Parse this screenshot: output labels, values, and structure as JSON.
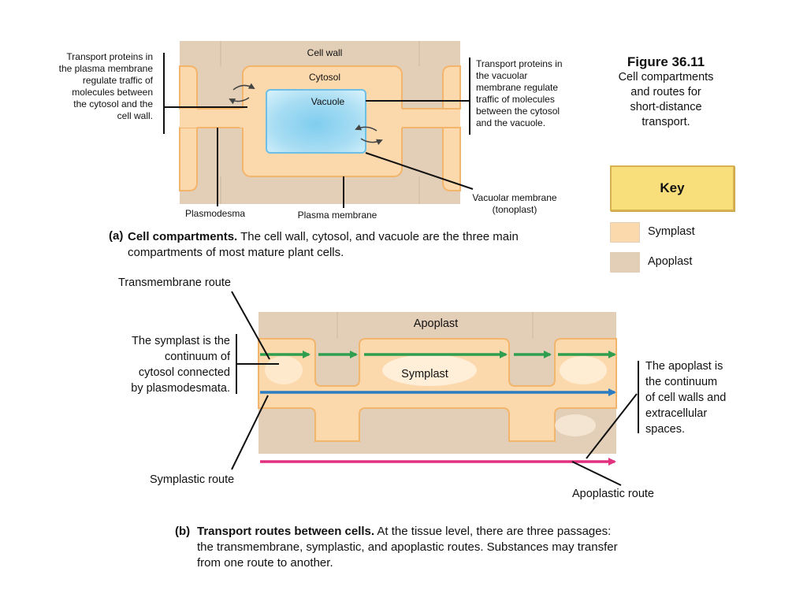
{
  "figure": {
    "number": "Figure 36.11",
    "subtitle_lines": [
      "Cell compartments",
      "and routes for",
      "short-distance",
      "transport."
    ]
  },
  "key": {
    "title": "Key",
    "items": [
      {
        "label": "Symplast",
        "color": "#fcd9ad"
      },
      {
        "label": "Apoplast",
        "color": "#e3cfb8"
      }
    ]
  },
  "colors": {
    "apoplast": "#e3cfb8",
    "symplast": "#fcd9ad",
    "membrane": "#f3b56b",
    "vacuole": "#a6def3",
    "transmembrane_arrow": "#2f9e4f",
    "symplastic_arrow": "#2b7cc0",
    "apoplastic_arrow": "#e0307e"
  },
  "panel_a": {
    "letter": "(a)",
    "caption_bold": "Cell compartments.",
    "caption_rest": "The cell wall, cytosol, and vacuole are the three main compartments of most mature plant cells.",
    "labels": {
      "cell_wall": "Cell wall",
      "cytosol": "Cytosol",
      "vacuole": "Vacuole",
      "plasmodesma": "Plasmodesma",
      "plasma_membrane": "Plasma membrane",
      "vacuolar_membrane_lines": [
        "Vacuolar membrane",
        "(tonoplast)"
      ],
      "plasma_transport_lines": [
        "Transport proteins in",
        "the plasma membrane",
        "regulate traffic of",
        "molecules between",
        "the cytosol and the",
        "cell wall."
      ],
      "vacuolar_transport_lines": [
        "Transport proteins in",
        "the vacuolar",
        "membrane regulate",
        "traffic of molecules",
        "between the cytosol",
        "and the vacuole."
      ]
    }
  },
  "panel_b": {
    "letter": "(b)",
    "caption_bold": "Transport routes between cells.",
    "caption_lines": [
      "At the tissue level, there are three passages:",
      "the transmembrane, symplastic, and apoplastic routes. Substances may transfer",
      "from one route to another."
    ],
    "labels": {
      "apoplast": "Apoplast",
      "symplast": "Symplast",
      "transmembrane_route": "Transmembrane route",
      "symplastic_route": "Symplastic route",
      "apoplastic_route": "Apoplastic route",
      "symplast_desc_lines": [
        "The symplast is the",
        "continuum of",
        "cytosol connected",
        "by plasmodesmata."
      ],
      "apoplast_desc_lines": [
        "The apoplast is",
        "the continuum",
        "of cell walls and",
        "extracellular",
        "spaces."
      ]
    }
  }
}
